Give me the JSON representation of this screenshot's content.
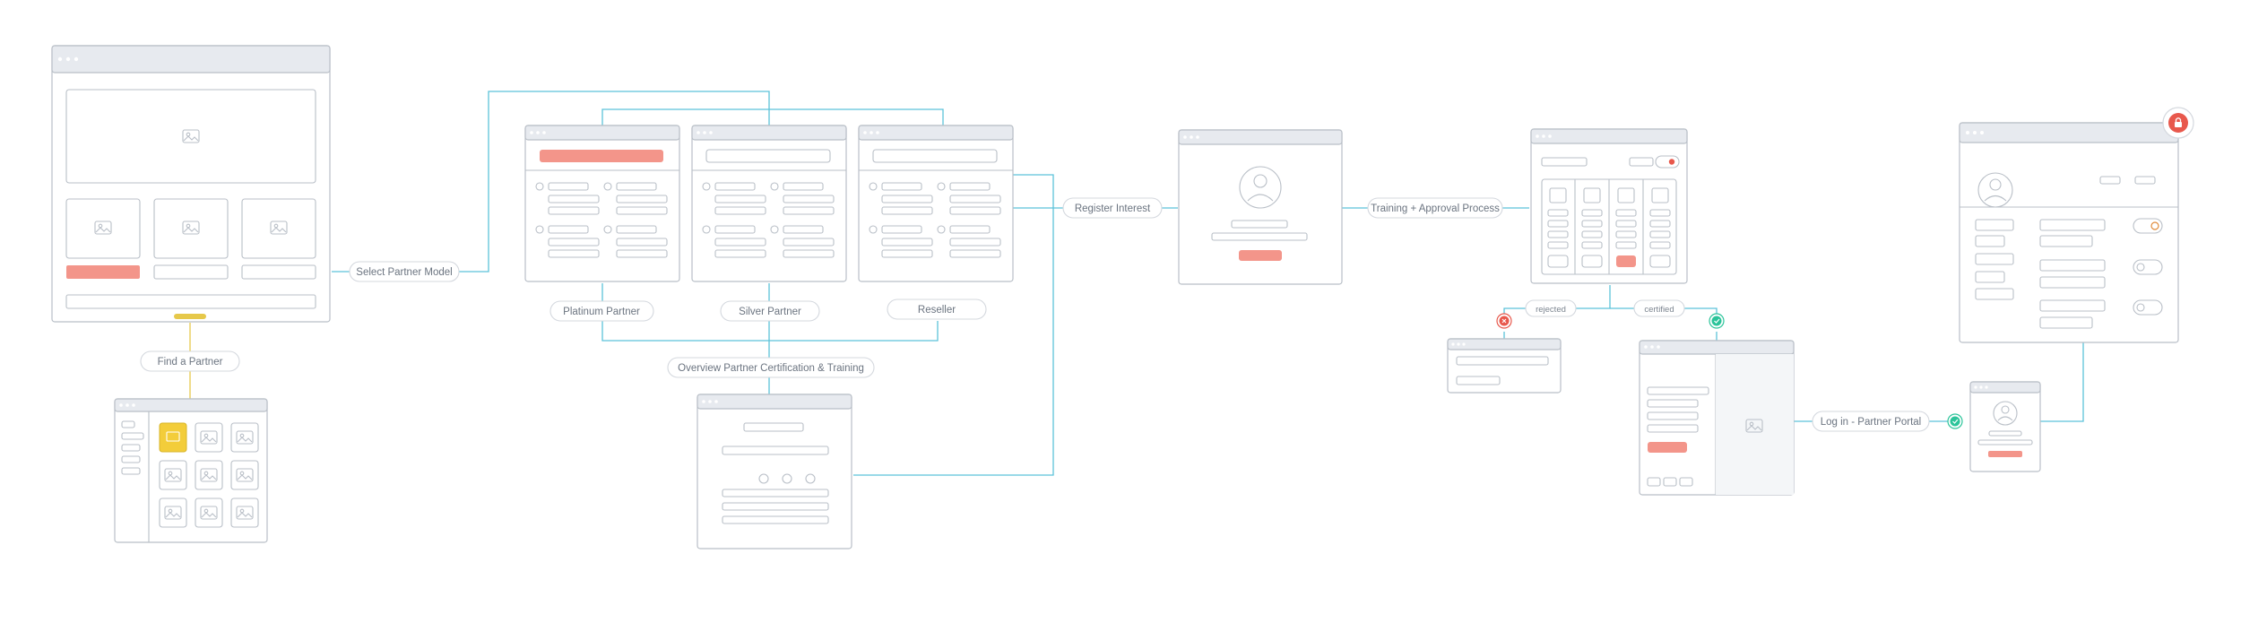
{
  "flow_labels": {
    "select_partner_model": "Select Partner Model",
    "find_a_partner": "Find a Partner",
    "platinum_partner": "Platinum Partner",
    "silver_partner": "Silver Partner",
    "reseller": "Reseller",
    "overview_certification": "Overview Partner Certification & Training",
    "register_interest": "Register Interest",
    "training_approval": "Training + Approval Process",
    "rejected": "rejected",
    "certified": "certified",
    "login_partner_portal": "Log in - Partner Portal"
  },
  "colors": {
    "connector": "#5cc2d9",
    "connector_highlight": "#e6c84a",
    "accent_button": "#f3958a",
    "rejected_status": "#e8584c",
    "certified_status": "#2bc49a",
    "lock_badge": "#e8584c",
    "wireframe_stroke": "#b9bfc7",
    "titlebar_fill": "#e7eaef",
    "label_text": "#6b7480"
  },
  "icons": [
    "image-placeholder-icon",
    "avatar-icon",
    "reject-x-icon",
    "certified-check-icon",
    "lock-icon",
    "toggle-icon"
  ]
}
